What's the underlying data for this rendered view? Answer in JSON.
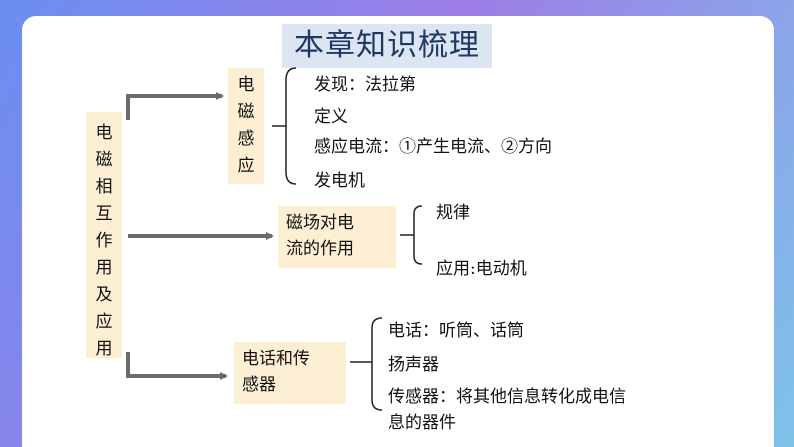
{
  "title": "本章知识梳理",
  "root": {
    "label": [
      "电",
      "磁",
      "相",
      "互",
      "作",
      "用",
      "及",
      "应",
      "用"
    ]
  },
  "branches": [
    {
      "label": [
        "电",
        "磁",
        "感",
        "应"
      ],
      "items": [
        "发现：法拉第",
        "定义",
        "感应电流：①产生电流、②方向",
        "发电机"
      ]
    },
    {
      "label_lines": [
        "磁场对电",
        "流的作用"
      ],
      "items": [
        "规律",
        "应用:电动机"
      ]
    },
    {
      "label_lines": [
        "电话和传",
        "感器"
      ],
      "items": [
        "电话：听筒、话筒",
        "扬声器"
      ],
      "last_item_lines": [
        "传感器：将其他信息转化成电信",
        "息的器件"
      ]
    }
  ],
  "colors": {
    "arrow": "#6b6b6b",
    "box_fill": "#fcefd3",
    "title_fill": "#dde5f3",
    "title_text": "#1f3864"
  }
}
